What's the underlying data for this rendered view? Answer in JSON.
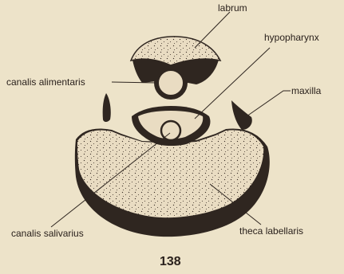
{
  "labels": {
    "labrum": "labrum",
    "hypopharynx": "hypopharynx",
    "canalis_alimentaris": "canalis alimentaris",
    "maxilla": "maxilla",
    "canalis_salivarius": "canalis salivarius",
    "theca_labellaris": "theca labellaris"
  },
  "page_number": "138",
  "colors": {
    "background": "#ede3c9",
    "outline": "#2f2620",
    "fill": "#e9dcc2",
    "stipple": "#3a2e26"
  }
}
